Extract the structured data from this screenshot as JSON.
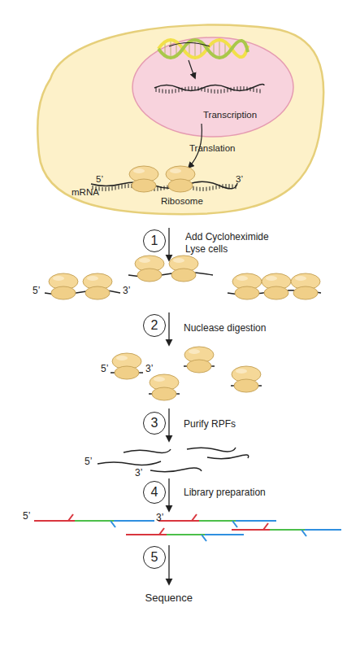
{
  "diagram": {
    "nodes": [
      {
        "text": [
          "Translation",
          "5’",
          "mRNA",
          "Ribosome",
          "3’"
        ]
      },
      {
        "text": [
          "Transcription"
        ],
        "in": 0
      },
      {
        "text": [
          "1"
        ]
      },
      {
        "text": [
          "2"
        ]
      },
      {
        "text": [
          "3"
        ]
      },
      {
        "text": [
          "4"
        ]
      },
      {
        "text": [
          "5"
        ]
      }
    ],
    "labels": [
      "Add Cycloheximide Lyse cells",
      "5’",
      "3’",
      "Nuclease digestion",
      "5’",
      "3’",
      "Purify RPFs",
      "5’",
      "3’",
      "Library preparation",
      "5’",
      "3’",
      "Sequence"
    ]
  }
}
